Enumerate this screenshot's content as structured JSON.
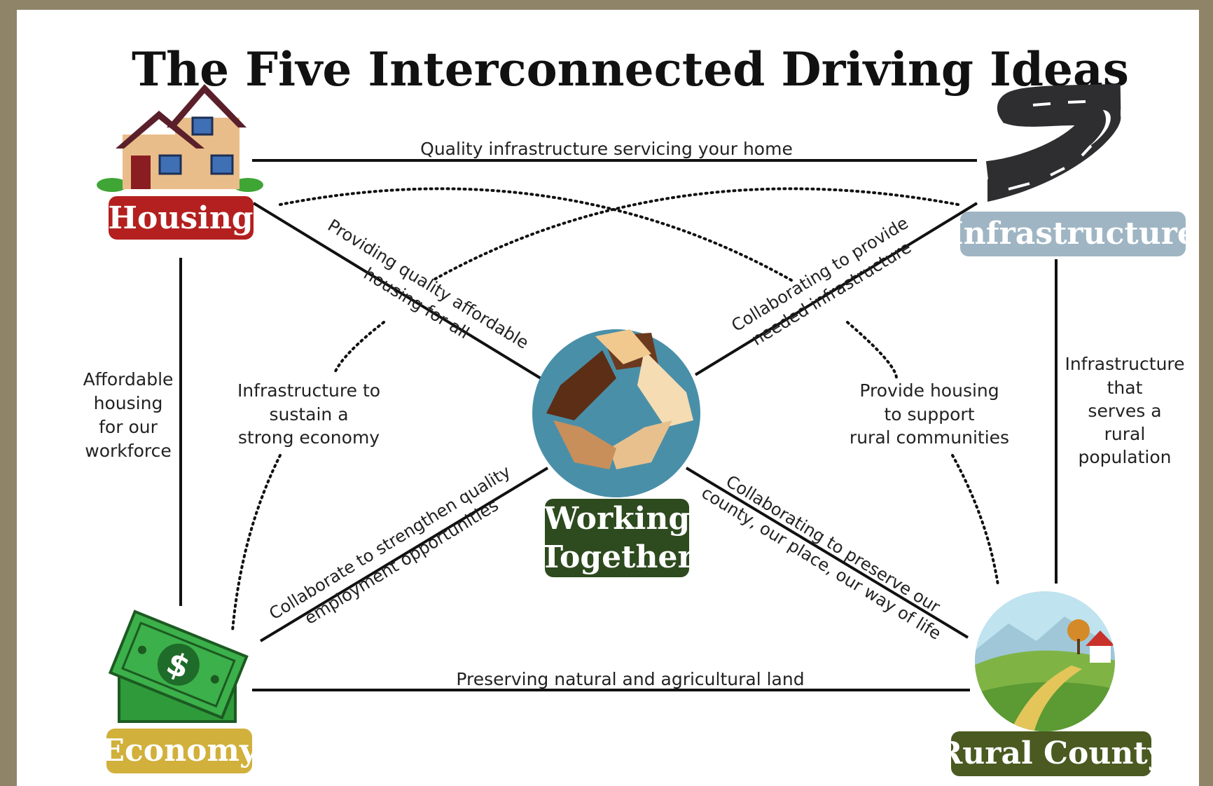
{
  "title": "The Five Interconnected Driving Ideas",
  "nodes": {
    "housing": {
      "label": "Housing",
      "color": "#b3201f"
    },
    "infrastructure": {
      "label": "Infrastructure",
      "color": "#9fb5c3"
    },
    "center": {
      "label_line1": "Working",
      "label_line2": "Together",
      "color": "#2e4a1f"
    },
    "economy": {
      "label": "Economy",
      "color": "#d1b03b"
    },
    "rural": {
      "label": "Rural County",
      "color": "#4a5a20"
    }
  },
  "connections": {
    "housing_infrastructure": "Quality infrastructure servicing your home",
    "housing_center": {
      "line1": "Providing quality affordable",
      "line2": "housing for all"
    },
    "infrastructure_center": {
      "line1": "Collaborating to provide",
      "line2": "needed infrastructure"
    },
    "housing_economy": {
      "line1": "Affordable",
      "line2": "housing",
      "line3": "for our",
      "line4": "workforce"
    },
    "infrastructure_economy": {
      "line1": "Infrastructure to",
      "line2": "sustain a",
      "line3": "strong economy"
    },
    "housing_rural": {
      "line1": "Provide housing",
      "line2": "to support",
      "line3": "rural communities"
    },
    "infrastructure_rural": {
      "line1": "Infrastructure",
      "line2": "that",
      "line3": "serves a",
      "line4": "rural",
      "line5": "population"
    },
    "economy_center": {
      "line1": "Collaborate to strengthen quality",
      "line2": "employment opportunities"
    },
    "rural_center": {
      "line1": "Collaborating to preserve our",
      "line2": "county, our place, our way of life"
    },
    "economy_rural": "Preserving natural and agricultural land"
  },
  "icons": [
    "house-icon",
    "road-icon",
    "hands-icon",
    "money-icon",
    "landscape-icon"
  ]
}
